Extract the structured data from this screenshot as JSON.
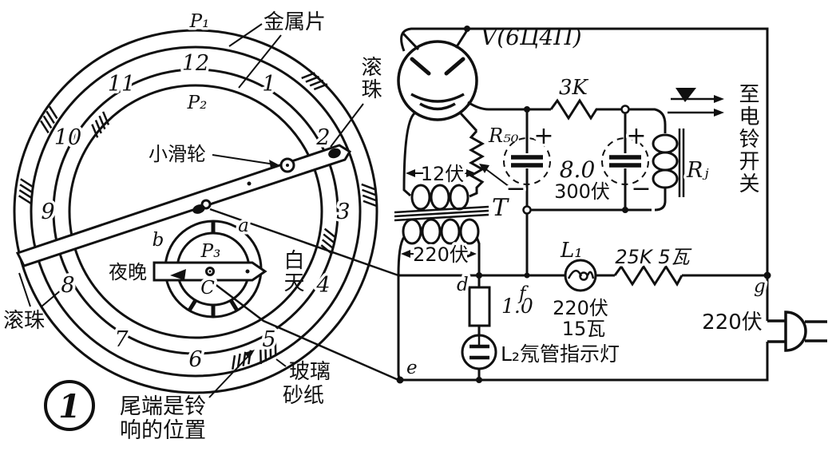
{
  "figure_number": "1",
  "dial": {
    "hours": [
      "12",
      "1",
      "2",
      "3",
      "4",
      "5",
      "6",
      "7",
      "8",
      "9",
      "10",
      "11"
    ],
    "p1": "P₁",
    "p2": "P₂",
    "p3": "P₃",
    "c": "C",
    "a": "a",
    "b": "b",
    "labels": {
      "metal_strip": "金属片",
      "ball_top": "滚珠",
      "ball_bottom": "滚珠",
      "small_pulley": "小滑轮",
      "night": "夜晚",
      "day": "白天",
      "bell_pos_1": "尾端是铃",
      "bell_pos_2": "响的位置",
      "sandpaper_1": "玻璃",
      "sandpaper_2": "砂纸"
    }
  },
  "circuit": {
    "tube_label": "V(6Ц4П)",
    "r50": "R₅₀",
    "r3k": "3K",
    "heater_volts": "12伏",
    "primary_volts": "220伏",
    "transformer": "T",
    "cap_value": "8.0",
    "cap_volts": "300伏",
    "cap1_plus": "+",
    "cap1_minus": "−",
    "cap2_plus": "+",
    "cap2_minus": "−",
    "relay": "Rⱼ",
    "bell_switch": "至电铃开关",
    "lamp1": "L₁",
    "lamp1_volts": "220伏",
    "lamp1_watts": "15瓦",
    "r25k": "25K 5瓦",
    "r1": "1.0",
    "lamp2": "L₂氖管指示灯",
    "mains_volts": "220伏",
    "node_d": "d",
    "node_e": "e",
    "node_f": "f",
    "node_g": "g"
  }
}
